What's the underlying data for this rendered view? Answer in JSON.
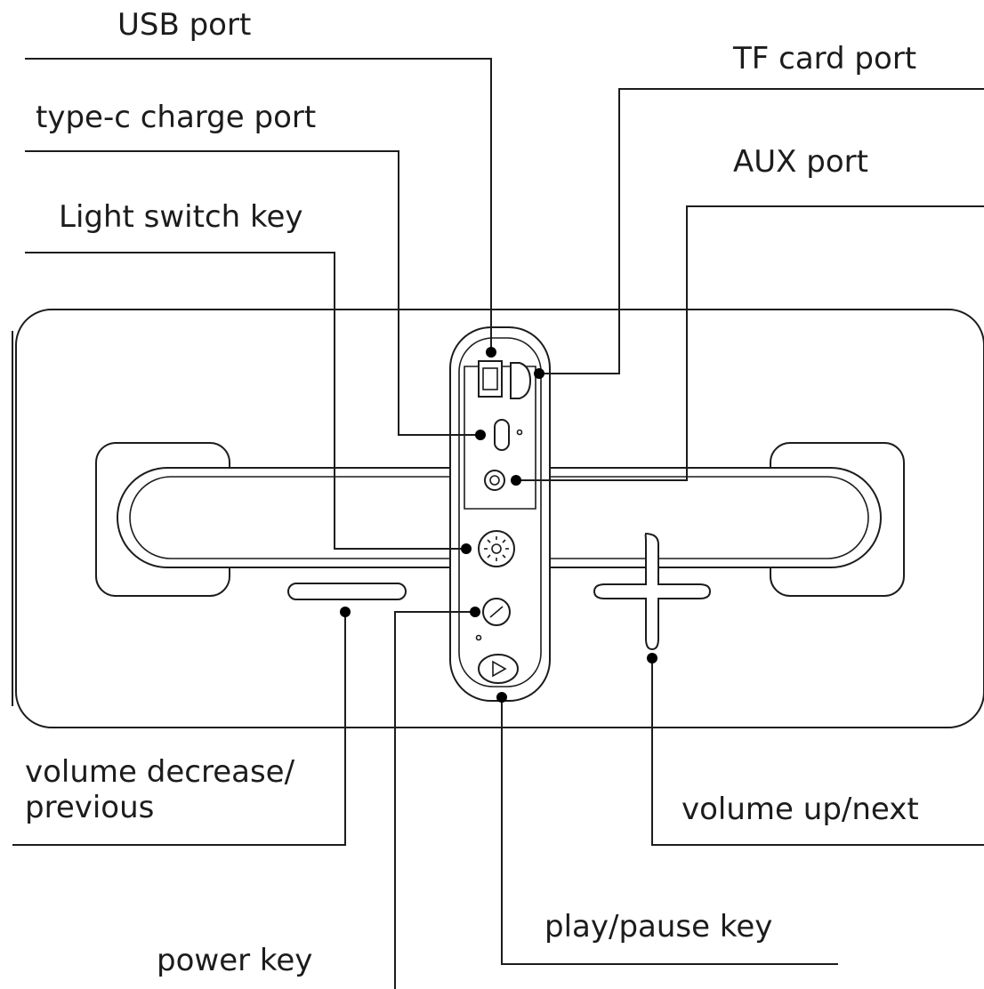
{
  "labels": {
    "usb_port": "USB port",
    "tf_card_port": "TF card port",
    "typec_charge_port": "type-c charge port",
    "aux_port": "AUX port",
    "light_switch_key": "Light switch key",
    "volume_decrease": "volume decrease/\nprevious",
    "volume_up": "volume up/next",
    "play_pause_key": "play/pause key",
    "power_key": "power key"
  },
  "colors": {
    "line": "#1c1c1c",
    "dot": "#000000",
    "background": "#ffffff"
  },
  "icons": [
    "usb-port-icon",
    "tf-card-slot-icon",
    "typec-port-icon",
    "aux-jack-icon",
    "light-switch-icon",
    "power-button-icon",
    "play-button-icon",
    "volume-minus-icon",
    "volume-plus-icon"
  ]
}
